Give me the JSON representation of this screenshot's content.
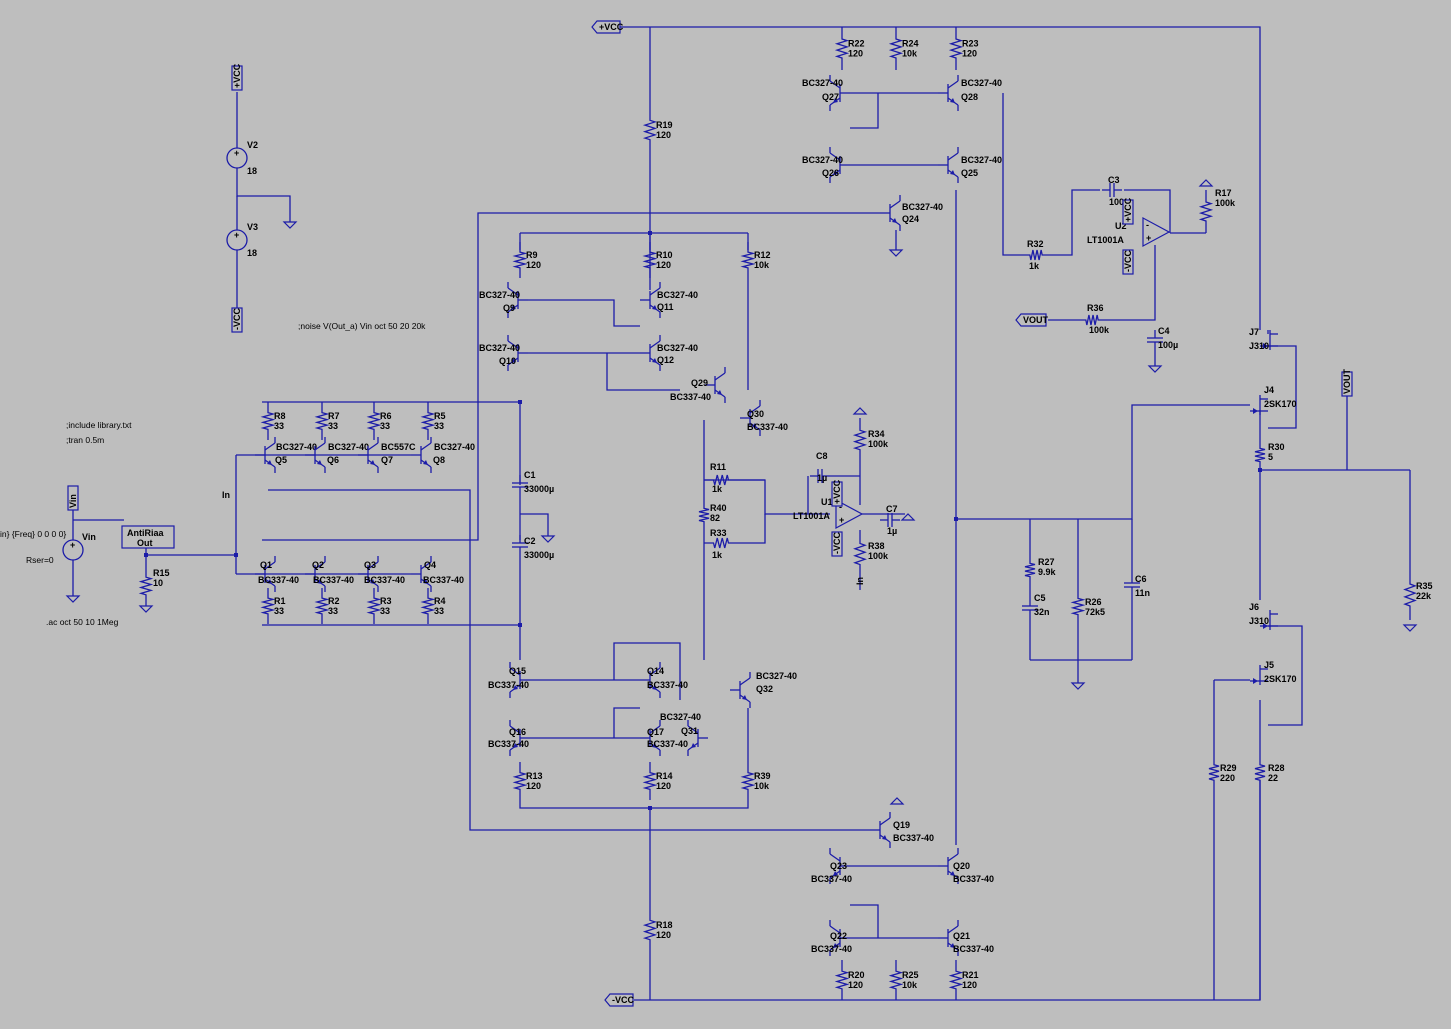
{
  "directives": {
    "noise": ";noise V(Out_a) Vin oct 50 20 20k",
    "include": ";include library.txt",
    "tran": ";tran 0.5m",
    "ac": ".ac oct 50 10 1Meg",
    "source_fn": "in} {Freq} 0 0 0 0}",
    "rser": "Rser=0"
  },
  "nets": {
    "vcc_pos": "+VCC",
    "vcc_neg": "-VCC",
    "vin": "Vin",
    "vout": "VOUT",
    "in": "In"
  },
  "sources": [
    {
      "name": "V2",
      "value": "18"
    },
    {
      "name": "V3",
      "value": "18"
    },
    {
      "name": "Vin",
      "value": ""
    }
  ],
  "subcircuit": {
    "name": "AntiRiaa",
    "pin": "Out"
  },
  "resistors": [
    {
      "name": "R1",
      "value": "33"
    },
    {
      "name": "R2",
      "value": "33"
    },
    {
      "name": "R3",
      "value": "33"
    },
    {
      "name": "R4",
      "value": "33"
    },
    {
      "name": "R5",
      "value": "33"
    },
    {
      "name": "R6",
      "value": "33"
    },
    {
      "name": "R7",
      "value": "33"
    },
    {
      "name": "R8",
      "value": "33"
    },
    {
      "name": "R9",
      "value": "120"
    },
    {
      "name": "R10",
      "value": "120"
    },
    {
      "name": "R11",
      "value": "1k"
    },
    {
      "name": "R12",
      "value": "10k"
    },
    {
      "name": "R13",
      "value": "120"
    },
    {
      "name": "R14",
      "value": "120"
    },
    {
      "name": "R15",
      "value": "10"
    },
    {
      "name": "R17",
      "value": "100k"
    },
    {
      "name": "R18",
      "value": "120"
    },
    {
      "name": "R19",
      "value": "120"
    },
    {
      "name": "R20",
      "value": "120"
    },
    {
      "name": "R21",
      "value": "120"
    },
    {
      "name": "R22",
      "value": "120"
    },
    {
      "name": "R23",
      "value": "120"
    },
    {
      "name": "R24",
      "value": "10k"
    },
    {
      "name": "R25",
      "value": "10k"
    },
    {
      "name": "R26",
      "value": "72k5"
    },
    {
      "name": "R27",
      "value": "9.9k"
    },
    {
      "name": "R28",
      "value": "22"
    },
    {
      "name": "R29",
      "value": "220"
    },
    {
      "name": "R30",
      "value": "5"
    },
    {
      "name": "R32",
      "value": "1k"
    },
    {
      "name": "R33",
      "value": "1k"
    },
    {
      "name": "R34",
      "value": "100k"
    },
    {
      "name": "R35",
      "value": "22k"
    },
    {
      "name": "R36",
      "value": "100k"
    },
    {
      "name": "R38",
      "value": "100k"
    },
    {
      "name": "R39",
      "value": "10k"
    },
    {
      "name": "R40",
      "value": "82"
    }
  ],
  "capacitors": [
    {
      "name": "C1",
      "value": "33000µ"
    },
    {
      "name": "C2",
      "value": "33000µ"
    },
    {
      "name": "C3",
      "value": "100µ"
    },
    {
      "name": "C4",
      "value": "100µ"
    },
    {
      "name": "C5",
      "value": "32n"
    },
    {
      "name": "C6",
      "value": "11n"
    },
    {
      "name": "C7",
      "value": "1µ"
    },
    {
      "name": "C8",
      "value": "1µ"
    }
  ],
  "transistors": [
    {
      "name": "Q1",
      "model": "BC337-40"
    },
    {
      "name": "Q2",
      "model": "BC337-40"
    },
    {
      "name": "Q3",
      "model": "BC337-40"
    },
    {
      "name": "Q4",
      "model": "BC337-40"
    },
    {
      "name": "Q5",
      "model": "BC327-40"
    },
    {
      "name": "Q6",
      "model": "BC327-40"
    },
    {
      "name": "Q7",
      "model": "BC557C"
    },
    {
      "name": "Q8",
      "model": "BC327-40"
    },
    {
      "name": "Q9",
      "model": "BC327-40"
    },
    {
      "name": "Q10",
      "model": "BC327-40"
    },
    {
      "name": "Q11",
      "model": "BC327-40"
    },
    {
      "name": "Q12",
      "model": "BC327-40"
    },
    {
      "name": "Q14",
      "model": "BC337-40"
    },
    {
      "name": "Q15",
      "model": "BC337-40"
    },
    {
      "name": "Q16",
      "model": "BC337-40"
    },
    {
      "name": "Q17",
      "model": "BC337-40"
    },
    {
      "name": "Q19",
      "model": "BC337-40"
    },
    {
      "name": "Q20",
      "model": "BC337-40"
    },
    {
      "name": "Q21",
      "model": "BC337-40"
    },
    {
      "name": "Q22",
      "model": "BC337-40"
    },
    {
      "name": "Q23",
      "model": "BC337-40"
    },
    {
      "name": "Q24",
      "model": "BC327-40"
    },
    {
      "name": "Q25",
      "model": "BC327-40"
    },
    {
      "name": "Q26",
      "model": "BC327-40"
    },
    {
      "name": "Q27",
      "model": "BC327-40"
    },
    {
      "name": "Q28",
      "model": "BC327-40"
    },
    {
      "name": "Q29",
      "model": "BC337-40"
    },
    {
      "name": "Q30",
      "model": "BC337-40"
    },
    {
      "name": "Q31",
      "model": "BC327-40"
    },
    {
      "name": "Q32",
      "model": "BC327-40"
    }
  ],
  "jfets": [
    {
      "name": "J4",
      "model": "2SK170"
    },
    {
      "name": "J5",
      "model": "2SK170"
    },
    {
      "name": "J6",
      "model": "J310"
    },
    {
      "name": "J7",
      "model": "J310"
    }
  ],
  "opamps": [
    {
      "name": "U1",
      "model": "LT1001A"
    },
    {
      "name": "U2",
      "model": "LT1001A"
    }
  ]
}
